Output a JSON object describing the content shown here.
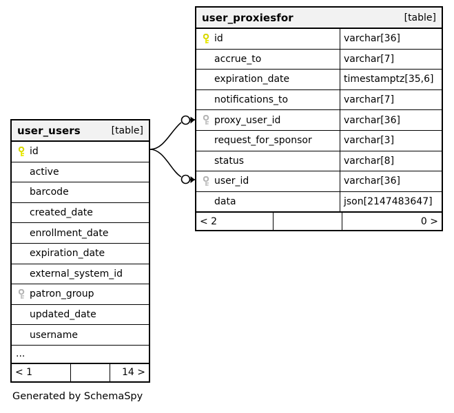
{
  "diagram": {
    "caption": "Generated by SchemaSpy",
    "key_icon_primary": "primary-key-icon",
    "key_icon_foreign": "foreign-key-icon",
    "colors": {
      "primary_key": "#e8e800",
      "foreign_key": "#b4b4b4",
      "header_background": "#f2f2f2",
      "border": "#000000",
      "background": "#ffffff"
    }
  },
  "tables": {
    "user_users": {
      "title": "user_users",
      "kind": "[table]",
      "columns": [
        {
          "key": "primary",
          "name": "id"
        },
        {
          "key": "none",
          "name": "active"
        },
        {
          "key": "none",
          "name": "barcode"
        },
        {
          "key": "none",
          "name": "created_date"
        },
        {
          "key": "none",
          "name": "enrollment_date"
        },
        {
          "key": "none",
          "name": "expiration_date"
        },
        {
          "key": "none",
          "name": "external_system_id"
        },
        {
          "key": "foreign",
          "name": "patron_group"
        },
        {
          "key": "none",
          "name": "updated_date"
        },
        {
          "key": "none",
          "name": "username"
        }
      ],
      "more_indicator": "...",
      "footer": {
        "left": "< 1",
        "middle": "",
        "right": "14 >"
      }
    },
    "user_proxiesfor": {
      "title": "user_proxiesfor",
      "kind": "[table]",
      "columns": [
        {
          "key": "primary",
          "name": "id",
          "type": "varchar[36]"
        },
        {
          "key": "none",
          "name": "accrue_to",
          "type": "varchar[7]"
        },
        {
          "key": "none",
          "name": "expiration_date",
          "type": "timestamptz[35,6]"
        },
        {
          "key": "none",
          "name": "notifications_to",
          "type": "varchar[7]"
        },
        {
          "key": "foreign",
          "name": "proxy_user_id",
          "type": "varchar[36]"
        },
        {
          "key": "none",
          "name": "request_for_sponsor",
          "type": "varchar[3]"
        },
        {
          "key": "none",
          "name": "status",
          "type": "varchar[8]"
        },
        {
          "key": "foreign",
          "name": "user_id",
          "type": "varchar[36]"
        },
        {
          "key": "none",
          "name": "data",
          "type": "json[2147483647]"
        }
      ],
      "footer": {
        "left": "< 2",
        "middle": "",
        "right": "0 >"
      }
    }
  },
  "relationships": [
    {
      "name": "user_users.id-to-user_proxiesfor.proxy_user_id",
      "from_table": "user_users",
      "from_column": "id",
      "to_table": "user_proxiesfor",
      "to_column": "proxy_user_id",
      "optional": true
    },
    {
      "name": "user_users.id-to-user_proxiesfor.user_id",
      "from_table": "user_users",
      "from_column": "id",
      "to_table": "user_proxiesfor",
      "to_column": "user_id",
      "optional": true
    }
  ]
}
